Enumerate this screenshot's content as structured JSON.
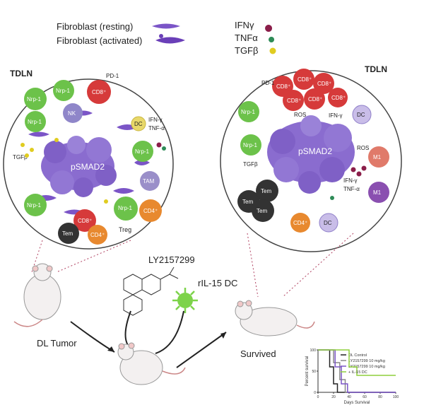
{
  "legend": {
    "fibroblast_resting": "Fibroblast (resting)",
    "fibroblast_activated": "Fibroblast (activated)",
    "ifng": "IFNγ",
    "tnfa": "TNFα",
    "tgfb": "TGFβ"
  },
  "colors": {
    "tumor": "#8a6ccf",
    "fibroblast": "#7b55c7",
    "cd8": "#d63a3a",
    "green_cell": "#6cc24a",
    "cd4": "#e8892f",
    "tam": "#9a8fc9",
    "dc": "#e8d86a",
    "tem": "#333333",
    "ifng": "#8b1e4a",
    "tnfa": "#2e8b57",
    "tgfb": "#e0cc20"
  },
  "left_panel": {
    "title": "TDLN",
    "tumor_label": "pSMAD2",
    "pd1": "PD-1",
    "cd8": "CD8⁺",
    "dc": "DC",
    "ifng": "IFN-γ",
    "tnfa": "TNF-α",
    "tgfb": "TGFβ",
    "nkp1": "Nrp-1",
    "treg": "Treg",
    "tam": "TAM",
    "cd4": "CD4⁺",
    "tem": "Tem",
    "nk": "NK"
  },
  "right_panel": {
    "title": "TDLN",
    "tumor_label": "pSMAD2",
    "pd1": "PD-1",
    "cd8": "CD8⁺",
    "dc": "DC",
    "ros": "ROS",
    "ifng": "IFN-γ",
    "tnfa": "TNF-α",
    "tgfb": "TGFβ",
    "nkp1": "Nrp-1",
    "tem": "Tem",
    "cd4": "CD4⁺",
    "m1": "M1"
  },
  "bottom": {
    "dl_tumor": "DL Tumor",
    "drug": "LY2157299",
    "dc_therapy": "rIL-15 DC",
    "survived": "Survived"
  },
  "chart_data": {
    "type": "line",
    "title": "",
    "xlabel": "Days Survival",
    "ylabel": "Percent survival",
    "xlim": [
      0,
      100
    ],
    "ylim": [
      0,
      100
    ],
    "legend_position": "top-right",
    "series": [
      {
        "name": "DL Control",
        "color": "#222222",
        "x": [
          0,
          15,
          15,
          20,
          20,
          25,
          25,
          100
        ],
        "y": [
          100,
          100,
          60,
          60,
          20,
          20,
          0,
          0
        ]
      },
      {
        "name": "LY2157299 10 mg/kg",
        "color": "#8a8a8a",
        "x": [
          0,
          20,
          20,
          28,
          28,
          35,
          35,
          100
        ],
        "y": [
          100,
          100,
          70,
          70,
          30,
          30,
          0,
          0
        ]
      },
      {
        "name": "LY2157299 10 mg/kg",
        "color": "#7b55c7",
        "x": [
          0,
          22,
          22,
          30,
          30,
          38,
          38,
          100
        ],
        "y": [
          100,
          100,
          60,
          60,
          20,
          20,
          0,
          0
        ]
      },
      {
        "name": "+ IL-15 DC",
        "color": "#8fcf3c",
        "x": [
          0,
          40,
          40,
          50,
          50,
          100
        ],
        "y": [
          100,
          100,
          60,
          60,
          40,
          40
        ]
      }
    ]
  }
}
